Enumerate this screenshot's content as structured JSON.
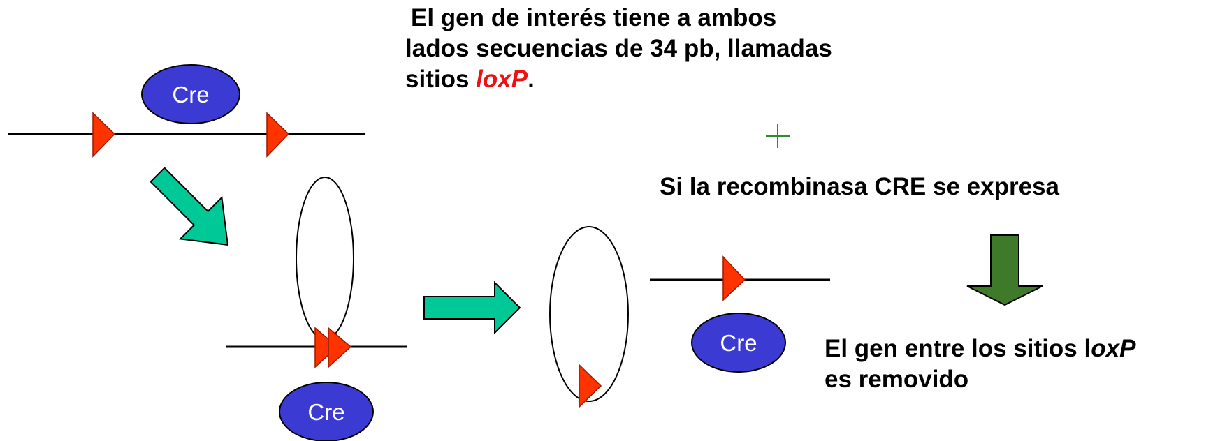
{
  "description": {
    "line1": "El gen de interés tiene a ambos",
    "line2": "lados secuencias de 34 pb, llamadas",
    "line3_prefix": "sitios ",
    "line3_loxp": "loxP",
    "line3_suffix": "."
  },
  "plus_sign": "+",
  "condition": "Si la recombinasa CRE se expresa",
  "result": {
    "line1_prefix": "El gen entre los sitios l",
    "line1_loxp": "oxP",
    "line2": "es removido"
  },
  "cre_labels": [
    "Cre",
    "Cre",
    "Cre"
  ],
  "colors": {
    "cre_fill": "#3b3bd4",
    "loxp_fill": "#ff3300",
    "teal_arrow": "#00c896",
    "green_arrow": "#3f7a2a",
    "loxp_text": "#ee1111"
  }
}
